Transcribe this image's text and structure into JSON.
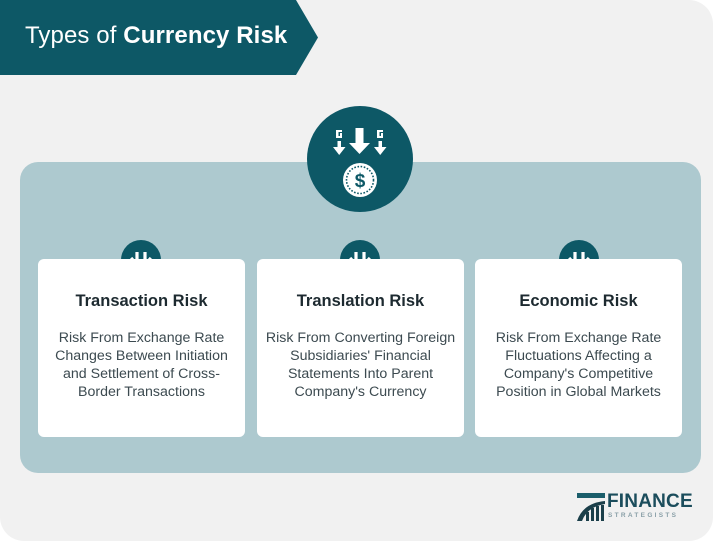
{
  "header": {
    "title_light": "Types of ",
    "title_bold": "Currency Risk",
    "banner_color": "#0d5866"
  },
  "main_icon": {
    "icon": "currency-arrows-coin-icon",
    "symbol": "$"
  },
  "cards": [
    {
      "title": "Transaction Risk",
      "description": "Risk From Exchange Rate Changes Between Initiation and Settlement of Cross-Border Transactions",
      "icon": "arrow-down-circle-icon"
    },
    {
      "title": "Translation Risk",
      "description": "Risk From Converting Foreign Subsidiaries' Financial Statements Into Parent Company's Currency",
      "icon": "arrow-down-circle-icon"
    },
    {
      "title": "Economic Risk",
      "description": "Risk From Exchange Rate Fluctuations Affecting a Company's Competitive Position in Global Markets",
      "icon": "arrow-down-circle-icon"
    }
  ],
  "logo": {
    "name": "FINANCE",
    "subtitle": "STRATEGISTS"
  },
  "colors": {
    "primary": "#0d5866",
    "panel": "#adc9cf",
    "background": "#f1f1f1",
    "card": "#ffffff",
    "title_text": "#1d2a30",
    "body_text": "#3c4a50"
  }
}
